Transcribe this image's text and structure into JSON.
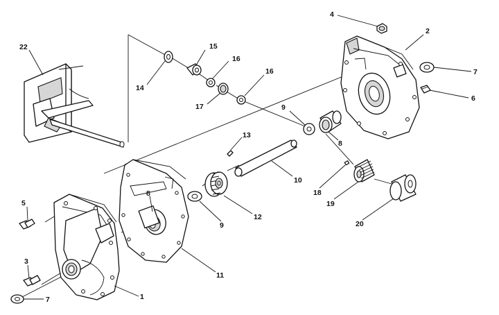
{
  "diagram": {
    "callouts": {
      "c1": "1",
      "c2": "2",
      "c3": "3",
      "c4": "4",
      "c5": "5",
      "c6": "6",
      "c7a": "7",
      "c7b": "7",
      "c8a": "8",
      "c8b": "8",
      "c9a": "9",
      "c9b": "9",
      "c10": "10",
      "c11": "11",
      "c12": "12",
      "c13": "13",
      "c14": "14",
      "c15": "15",
      "c16a": "16",
      "c16b": "16",
      "c17": "17",
      "c18": "18",
      "c19": "19",
      "c20": "20",
      "c22": "22"
    }
  }
}
